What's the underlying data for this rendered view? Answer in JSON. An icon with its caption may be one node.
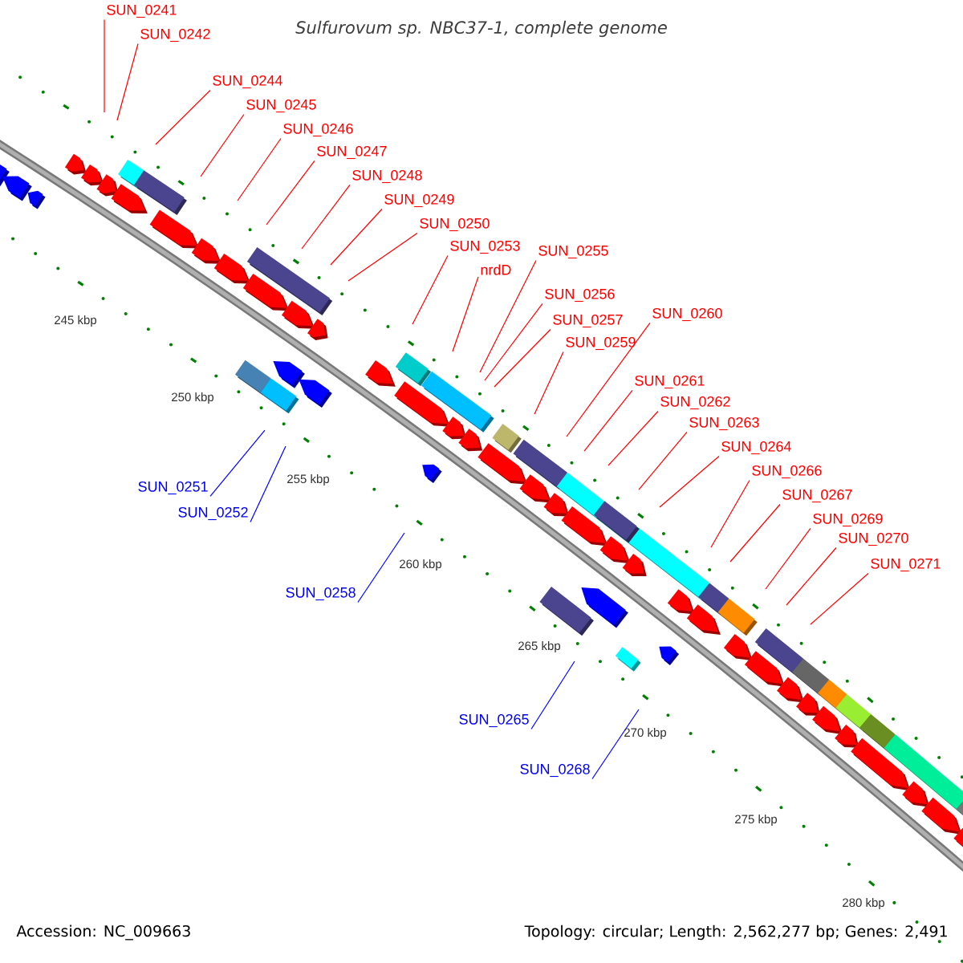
{
  "diagram": {
    "title": "Sulfurovum sp. NBC37-1, complete genome",
    "nodes": [
      {
        "text": [
          "SUN_0241"
        ]
      },
      {
        "text": [
          "SUN_0242"
        ]
      },
      {
        "text": [
          "SUN_0244"
        ]
      },
      {
        "text": [
          "SUN_0245"
        ]
      },
      {
        "text": [
          "SUN_0246"
        ]
      },
      {
        "text": [
          "SUN_0247"
        ]
      },
      {
        "text": [
          "SUN_0248"
        ]
      },
      {
        "text": [
          "SUN_0249"
        ]
      },
      {
        "text": [
          "SUN_0250"
        ]
      },
      {
        "text": [
          "SUN_0253"
        ]
      },
      {
        "text": [
          "nrdD"
        ]
      },
      {
        "text": [
          "SUN_0255"
        ]
      },
      {
        "text": [
          "SUN_0256"
        ]
      },
      {
        "text": [
          "SUN_0257"
        ]
      },
      {
        "text": [
          "SUN_0259"
        ]
      },
      {
        "text": [
          "SUN_0260"
        ]
      },
      {
        "text": [
          "SUN_0261"
        ]
      },
      {
        "text": [
          "SUN_0262"
        ]
      },
      {
        "text": [
          "SUN_0263"
        ]
      },
      {
        "text": [
          "SUN_0264"
        ]
      },
      {
        "text": [
          "SUN_0266"
        ]
      },
      {
        "text": [
          "SUN_0267"
        ]
      },
      {
        "text": [
          "SUN_0269"
        ]
      },
      {
        "text": [
          "SUN_0270"
        ]
      },
      {
        "text": [
          "SUN_0271"
        ]
      },
      {
        "text": [
          "SUN_0251"
        ]
      },
      {
        "text": [
          "SUN_0252"
        ]
      },
      {
        "text": [
          "SUN_0258"
        ]
      },
      {
        "text": [
          "SUN_0265"
        ]
      },
      {
        "text": [
          "SUN_0268"
        ]
      }
    ],
    "edges": [
      {
        "from": 0,
        "to": null,
        "arrow": "none"
      },
      {
        "from": 1,
        "to": null,
        "arrow": "none"
      },
      {
        "from": 2,
        "to": null,
        "arrow": "none"
      },
      {
        "from": 3,
        "to": null,
        "arrow": "none"
      },
      {
        "from": 4,
        "to": null,
        "arrow": "none"
      },
      {
        "from": 5,
        "to": null,
        "arrow": "none"
      },
      {
        "from": 6,
        "to": null,
        "arrow": "none"
      },
      {
        "from": 7,
        "to": null,
        "arrow": "none"
      },
      {
        "from": 8,
        "to": null,
        "arrow": "none"
      },
      {
        "from": 9,
        "to": null,
        "arrow": "none"
      },
      {
        "from": 10,
        "to": null,
        "arrow": "none"
      },
      {
        "from": 11,
        "to": null,
        "arrow": "none"
      },
      {
        "from": 12,
        "to": null,
        "arrow": "none"
      },
      {
        "from": 13,
        "to": null,
        "arrow": "none"
      },
      {
        "from": 14,
        "to": null,
        "arrow": "none"
      },
      {
        "from": 15,
        "to": null,
        "arrow": "none"
      },
      {
        "from": 16,
        "to": null,
        "arrow": "none"
      },
      {
        "from": 17,
        "to": null,
        "arrow": "none"
      },
      {
        "from": 18,
        "to": null,
        "arrow": "none"
      },
      {
        "from": 19,
        "to": null,
        "arrow": "none"
      },
      {
        "from": 20,
        "to": null,
        "arrow": "none"
      },
      {
        "from": 21,
        "to": null,
        "arrow": "none"
      },
      {
        "from": 22,
        "to": null,
        "arrow": "none"
      },
      {
        "from": 23,
        "to": null,
        "arrow": "none"
      },
      {
        "from": 24,
        "to": null,
        "arrow": "none"
      },
      {
        "from": 25,
        "to": null,
        "arrow": "none",
        "color": "#0000ff"
      },
      {
        "from": 26,
        "to": null,
        "arrow": "none",
        "color": "#0000ff"
      },
      {
        "from": 27,
        "to": null,
        "arrow": "none",
        "color": "#0000ff"
      },
      {
        "from": 28,
        "to": null,
        "arrow": "none",
        "color": "#0000ff"
      },
      {
        "from": 29,
        "to": null,
        "arrow": "none",
        "color": "#0000ff"
      }
    ],
    "labels": [
      "245 kbp",
      "250 kbp",
      "255 kbp",
      "260 kbp",
      "265 kbp",
      "270 kbp",
      "275 kbp",
      "280 kbp",
      "Accession: NC_009663",
      "Topology: circular; Length: 2,562,277 bp; Genes: 2,491"
    ]
  }
}
